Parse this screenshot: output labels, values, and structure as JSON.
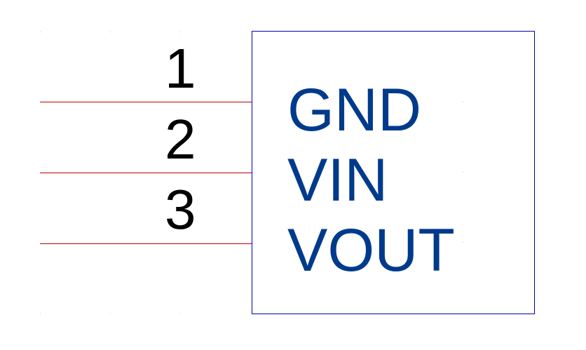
{
  "component": {
    "body_color": "#0000b4",
    "pin_color": "#c00000",
    "pin_number_color": "#000000",
    "pin_name_color": "#003a8c",
    "pins": [
      {
        "number": "1",
        "name": "GND"
      },
      {
        "number": "2",
        "name": "VIN"
      },
      {
        "number": "3",
        "name": "VOUT"
      }
    ]
  }
}
